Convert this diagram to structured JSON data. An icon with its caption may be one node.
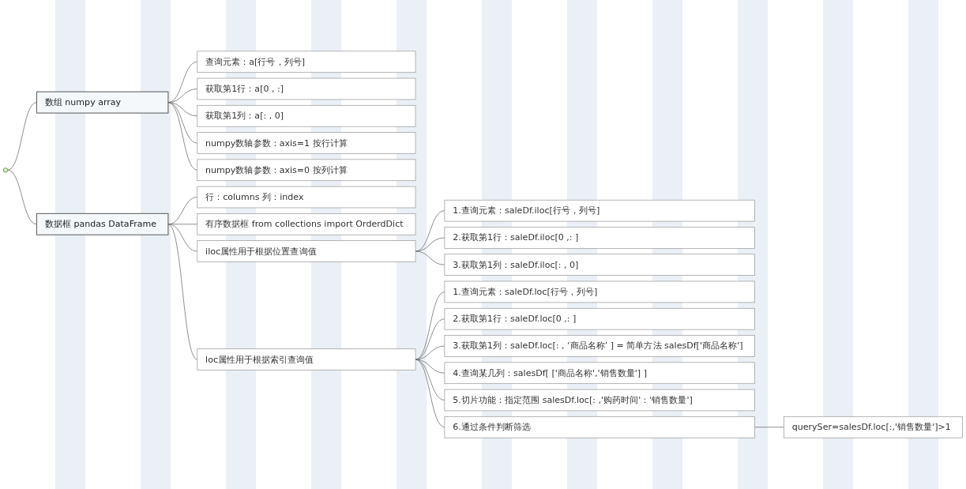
{
  "diagram": {
    "nodes": [
      {
        "text": [],
        "shape": "circle"
      },
      {
        "text": [
          "数组 numpy array"
        ]
      },
      {
        "text": [
          "查询元素：a[行号，列号]"
        ]
      },
      {
        "text": [
          "获取第1行：a[0 , :]"
        ]
      },
      {
        "text": [
          "获取第1列：a[: , 0]"
        ]
      },
      {
        "text": [
          "numpy数轴参数：axis=1 按行计算"
        ]
      },
      {
        "text": [
          "numpy数轴参数：axis=0 按列计算"
        ]
      },
      {
        "text": [
          "数据框 pandas DataFrame"
        ]
      },
      {
        "text": [
          "行：columns 列：index"
        ]
      },
      {
        "text": [
          "有序数据框 from collections import OrderdDict"
        ]
      },
      {
        "text": [
          "iloc属性用于根据位置查询值"
        ]
      },
      {
        "text": [
          "1.查询元素：saleDf.iloc[行号，列号]"
        ]
      },
      {
        "text": [
          "2.获取第1行：saleDf.iloc[0 ,: ]"
        ]
      },
      {
        "text": [
          "3.获取第1列：saleDf.iloc[: , 0]"
        ]
      },
      {
        "text": [
          "loc属性用于根据索引查询值"
        ]
      },
      {
        "text": [
          "1.查询元素：saleDf.loc[行号，列号]"
        ]
      },
      {
        "text": [
          "2.获取第1行：saleDf.loc[0 ,: ]"
        ]
      },
      {
        "text": [
          "3.获取第1列：saleDf.loc[: , ‘商品名称’ ] = 简单方法 salesDf['商品名称']"
        ]
      },
      {
        "text": [
          "4.查询某几列：salesDf[ ['商品名称','销售数量'] ]"
        ]
      },
      {
        "text": [
          "5.切片功能：指定范围 salesDf.loc[: ,'购药时间'：'销售数量']"
        ]
      },
      {
        "text": [
          "6.通过条件判断筛选"
        ]
      },
      {
        "text": [
          "querySer=salesDf.loc[:,'销售数量']>1"
        ]
      }
    ],
    "edges": [
      {
        "from": 0,
        "to": 1,
        "arrow": "none"
      },
      {
        "from": 0,
        "to": 7,
        "arrow": "none"
      },
      {
        "from": 1,
        "to": 2,
        "arrow": "none"
      },
      {
        "from": 1,
        "to": 3,
        "arrow": "none"
      },
      {
        "from": 1,
        "to": 4,
        "arrow": "none"
      },
      {
        "from": 1,
        "to": 5,
        "arrow": "none"
      },
      {
        "from": 1,
        "to": 6,
        "arrow": "none"
      },
      {
        "from": 7,
        "to": 8,
        "arrow": "none"
      },
      {
        "from": 7,
        "to": 9,
        "arrow": "none"
      },
      {
        "from": 7,
        "to": 10,
        "arrow": "none"
      },
      {
        "from": 7,
        "to": 14,
        "arrow": "none"
      },
      {
        "from": 10,
        "to": 11,
        "arrow": "none"
      },
      {
        "from": 10,
        "to": 12,
        "arrow": "none"
      },
      {
        "from": 10,
        "to": 13,
        "arrow": "none"
      },
      {
        "from": 14,
        "to": 15,
        "arrow": "none"
      },
      {
        "from": 14,
        "to": 16,
        "arrow": "none"
      },
      {
        "from": 14,
        "to": 17,
        "arrow": "none"
      },
      {
        "from": 14,
        "to": 18,
        "arrow": "none"
      },
      {
        "from": 14,
        "to": 19,
        "arrow": "none"
      },
      {
        "from": 14,
        "to": 20,
        "arrow": "none"
      },
      {
        "from": 20,
        "to": 21,
        "arrow": "none"
      }
    ]
  }
}
